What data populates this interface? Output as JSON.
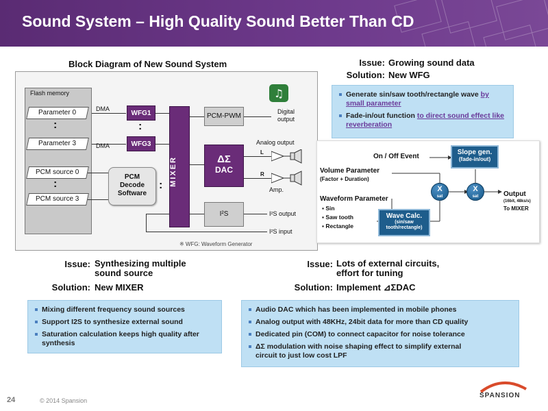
{
  "header": {
    "title": "Sound System – High Quality Sound Better Than CD"
  },
  "block_diagram": {
    "title": "Block Diagram of New Sound System",
    "flash_label": "Flash memory",
    "params": [
      "Parameter  0",
      "Parameter  3"
    ],
    "pcm_sources": [
      "PCM source 0",
      "PCM source 3"
    ],
    "dots": ":",
    "dma": "DMA",
    "wfg": [
      "WFG1",
      "WFG3"
    ],
    "pcm_decode": [
      "PCM",
      "Decode",
      "Software"
    ],
    "mixer": "MIXER",
    "pcm_pwm": "PCM-PWM",
    "ds_symbol": "ΔΣ",
    "dac": "DAC",
    "i2s": "I²S",
    "digital_output": [
      "Digital",
      "output"
    ],
    "analog_output": "Analog output",
    "l": "L",
    "r": "R",
    "amp": "Amp.",
    "i2s_output": "I²S output",
    "i2s_input": "I²S input",
    "footnote": "※ WFG: Waveform Generator"
  },
  "wfg_section": {
    "issue_label": "Issue:",
    "issue_text": "Growing sound data",
    "solution_label": "Solution:",
    "solution_text": "New WFG",
    "bullet1_plain": "Generate sin/saw tooth/rectangle wave ",
    "bullet1_link": "by small  parameter",
    "bullet2_plain": "Fade-in/out function ",
    "bullet2_link": "to direct sound effect like reverberation"
  },
  "flow": {
    "on_off": "On / Off Event",
    "slope_gen": [
      "Slope gen.",
      "(fade-in/out)"
    ],
    "volume_param": "Volume Parameter",
    "volume_sub": "(Factor + Duration)",
    "waveform_param": "Waveform Parameter",
    "waveforms": [
      "Sin",
      "Saw tooth",
      "Rectangle"
    ],
    "wave_calc": [
      "Wave Calc.",
      "(sin/saw",
      "tooth/rectangle)"
    ],
    "mult": "X",
    "sat": "sat",
    "output": "Output",
    "output_sub": "(16bit, 48ks/s)",
    "to_mixer": "To MIXER"
  },
  "mixer_section": {
    "issue_label": "Issue:",
    "issue_text": [
      "Synthesizing multiple",
      "sound source"
    ],
    "solution_label": "Solution:",
    "solution_text": "New MIXER",
    "bullets": [
      "Mixing different frequency sound sources",
      "Support I2S to synthesize external sound",
      "Saturation calculation  keeps high quality after synthesis"
    ]
  },
  "dac_section": {
    "issue_label": "Issue:",
    "issue_text": [
      "Lots of external circuits,",
      "effort for tuning"
    ],
    "solution_label": "Solution:",
    "solution_text": "Implement ⊿ΣDAC",
    "bullets": [
      "Audio DAC which has been implemented  in mobile phones",
      "Analog  output with 48KHz, 24bit data for more  than CD quality",
      "Dedicated pin (COM) to connect capacitor  for noise tolerance",
      "ΔΣ modulation  with  noise shaping effect to simplify  external circuit to just low cost LPF"
    ]
  },
  "footer": {
    "page": "24",
    "copyright": "© 2014 Spansion",
    "logo": "SPANSION"
  }
}
